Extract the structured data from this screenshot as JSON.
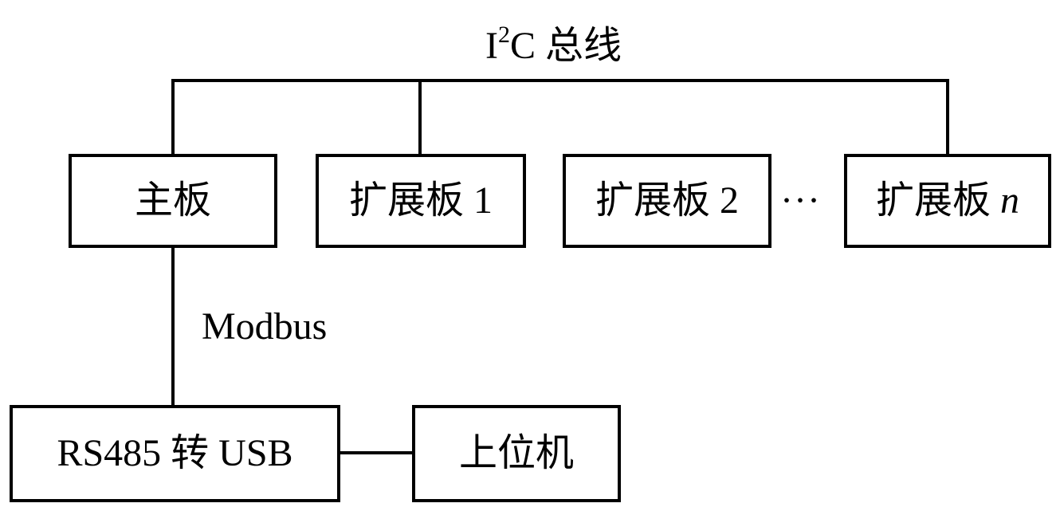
{
  "bus": {
    "prefix": "I",
    "superscript": "2",
    "suffix": "C 总线"
  },
  "boards": {
    "main": "主板",
    "ext1": "扩展板 1",
    "ext2": "扩展板 2",
    "extn_text": "扩展板 ",
    "extn_var": "n",
    "ellipsis": "···"
  },
  "link_label": "Modbus",
  "converter": "RS485 转 USB",
  "host": "上位机"
}
